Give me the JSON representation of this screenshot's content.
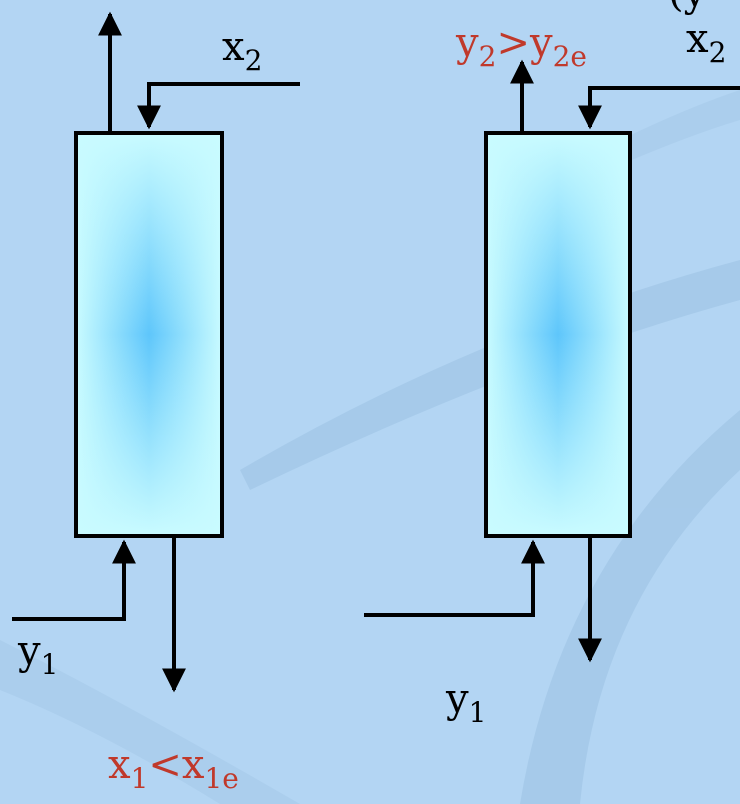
{
  "left_column": {
    "top_right_label": {
      "base": "x",
      "sub": "2"
    },
    "bottom_left_label": {
      "base": "y",
      "sub": "1"
    },
    "bottom_result": {
      "lhs_base": "x",
      "lhs_sub": "1",
      "relation": "<",
      "rhs_base": "x",
      "rhs_sub": "1e"
    }
  },
  "right_column": {
    "top_result": {
      "lhs_base": "y",
      "lhs_sub": "2",
      "relation": ">",
      "rhs_base": "y",
      "rhs_sub": "2e"
    },
    "top_right_label": {
      "base": "x",
      "sub": "2"
    },
    "bottom_left_label": {
      "base": "y",
      "sub": "1"
    },
    "clipped_corner_text": "(y"
  },
  "colors": {
    "background": "#b3d5f3",
    "lines": "#000000",
    "highlight_text": "#c0392b",
    "column_edge": "#c9fbff",
    "column_center": "#5ec6fb"
  }
}
